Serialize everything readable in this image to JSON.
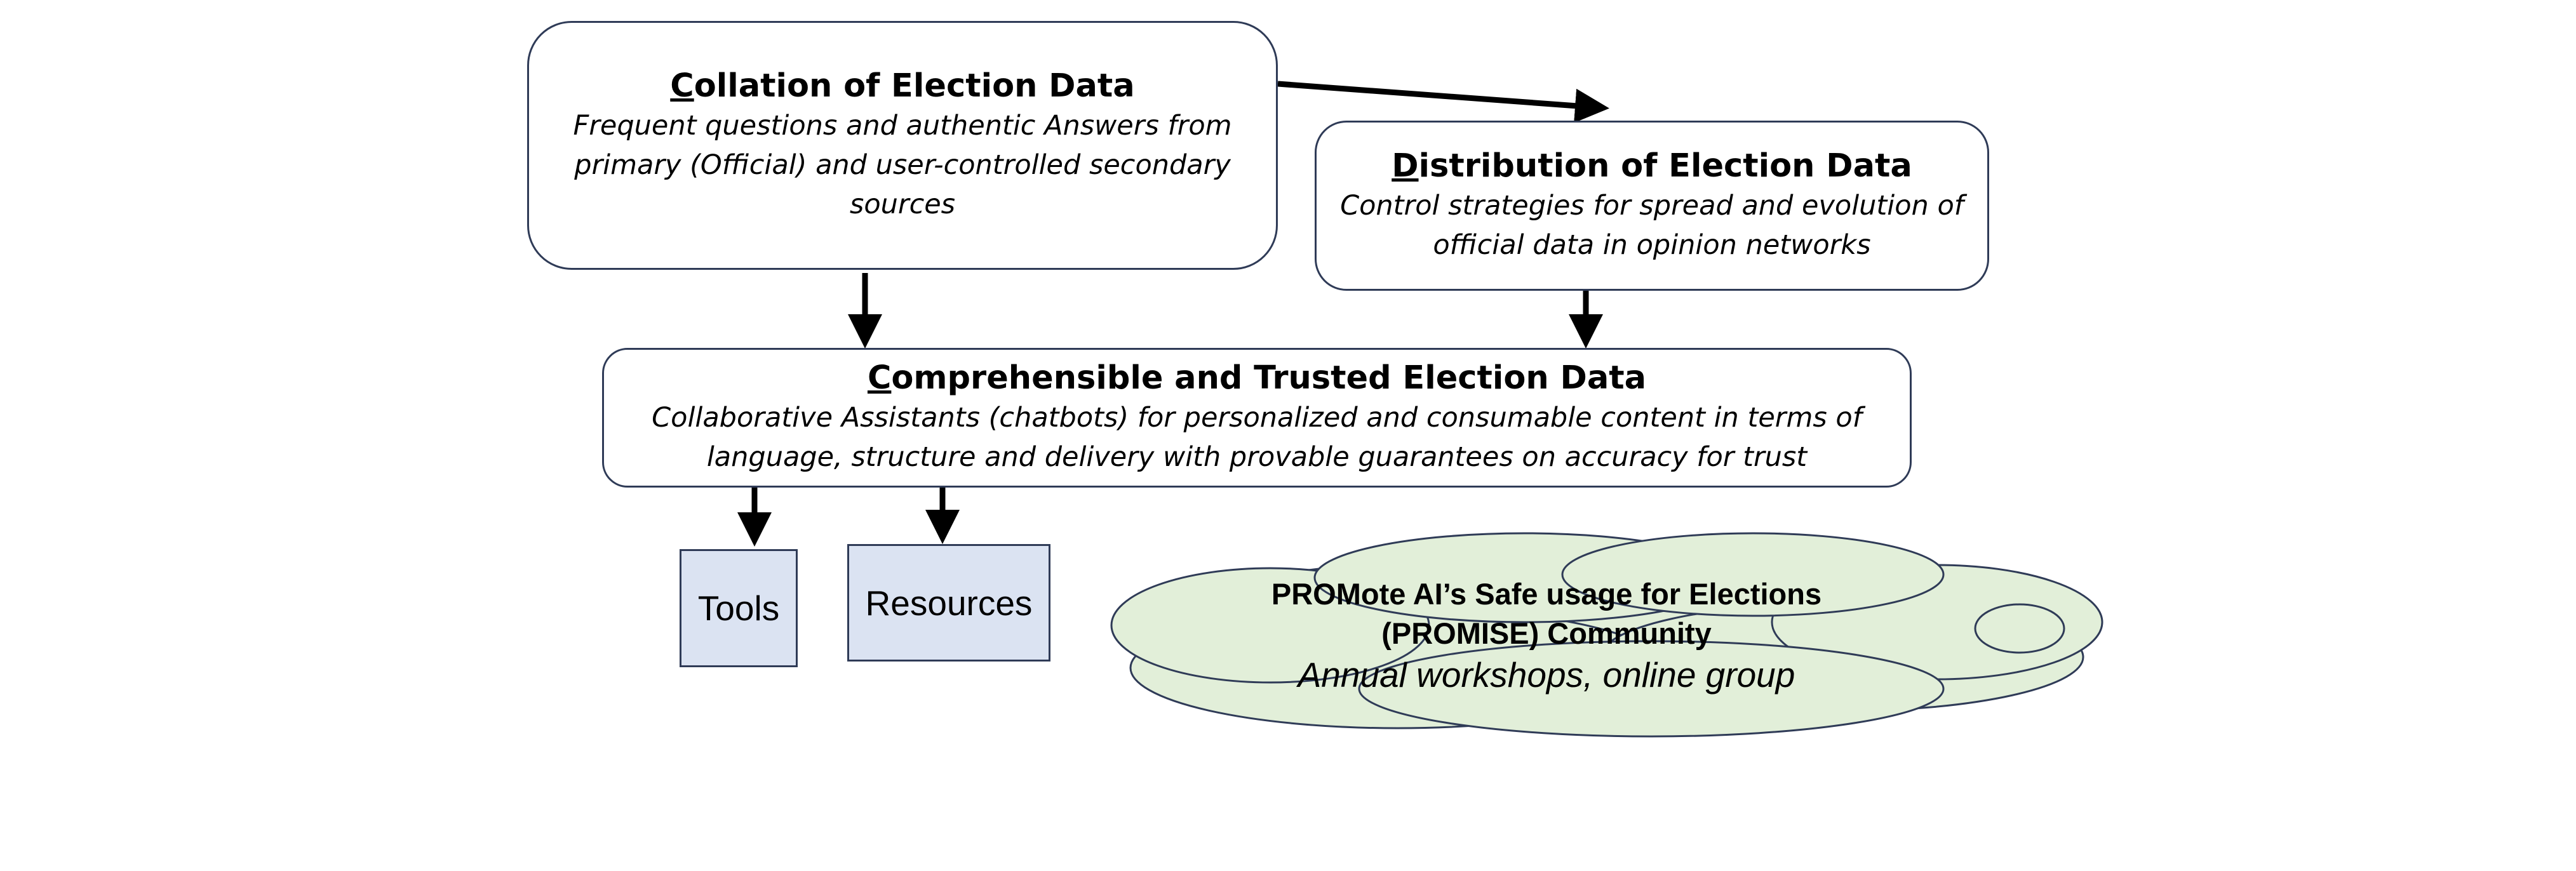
{
  "boxes": {
    "collation": {
      "title_first": "C",
      "title_rest": "ollation of Election Data",
      "line1": "Frequent questions and authentic Answers from",
      "line2": "primary (Official) and user-controlled secondary sources"
    },
    "distribution": {
      "title_first": "D",
      "title_rest": "istribution of Election Data",
      "line1": "Control strategies for spread and evolution of",
      "line2": "official data in opinion networks"
    },
    "comprehensible": {
      "title_first": "C",
      "title_rest": "omprehensible and Trusted Election Data",
      "line1": "Collaborative Assistants (chatbots) for personalized and consumable content in terms of",
      "line2": "language, structure and delivery with provable guarantees on accuracy for trust"
    },
    "tools": {
      "label": "Tools"
    },
    "resources": {
      "label": "Resources"
    }
  },
  "community": {
    "title_line1": "PROMote AI’s Safe usage for Elections",
    "title_line2": "(PROMISE) Community",
    "subtitle": "Annual workshops, online group"
  },
  "colors": {
    "box_border": "#2f3b57",
    "small_box_fill": "#dbe3f2",
    "cloud_fill": "#e2efd9",
    "cloud_stroke": "#2f3b57",
    "arrow": "#000000"
  }
}
